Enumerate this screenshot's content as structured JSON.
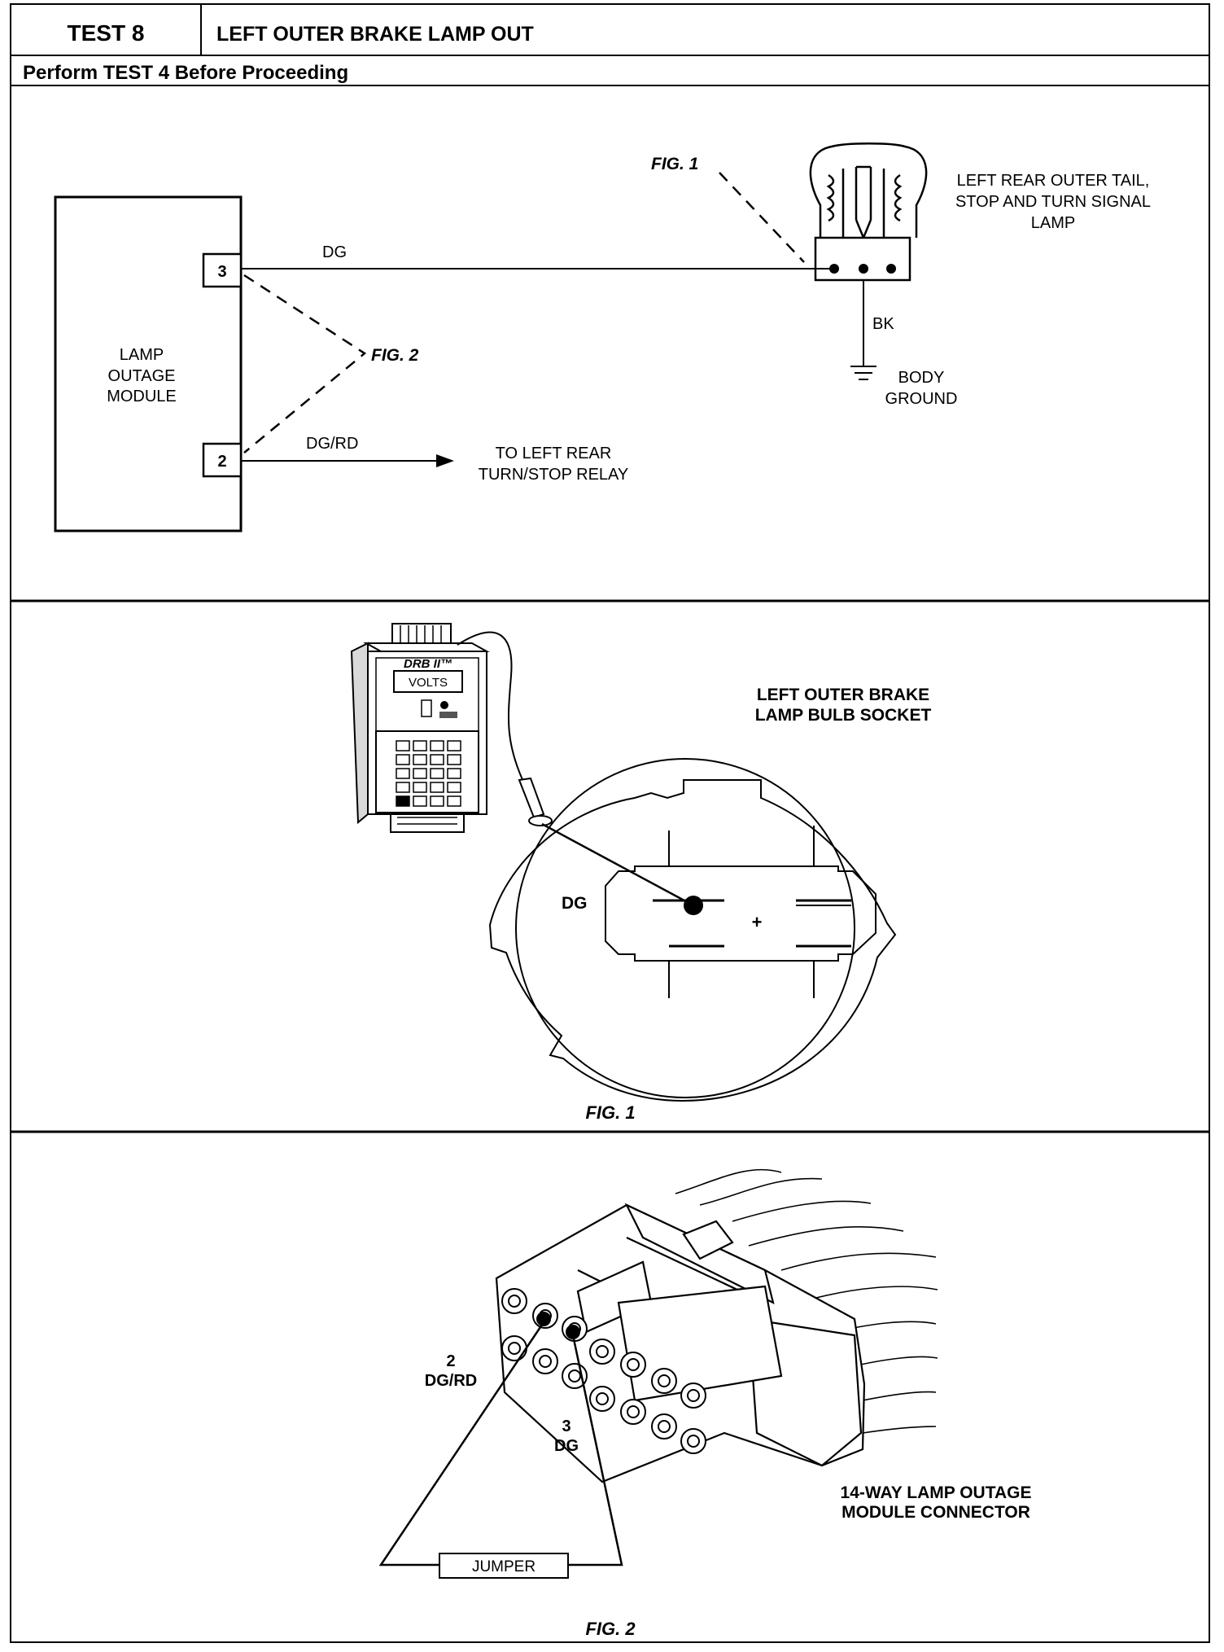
{
  "header": {
    "test_label": "TEST 8",
    "test_title": "LEFT OUTER BRAKE LAMP OUT",
    "prerequisite": "Perform TEST 4 Before Proceeding"
  },
  "schematic": {
    "module_label": [
      "LAMP",
      "OUTAGE",
      "MODULE"
    ],
    "pin_3": "3",
    "pin_2": "2",
    "wire_dg": "DG",
    "wire_dgrd": "DG/RD",
    "fig1_ref": "FIG. 1",
    "fig2_ref": "FIG. 2",
    "lamp_label": [
      "LEFT REAR OUTER TAIL,",
      "STOP AND TURN SIGNAL",
      "LAMP"
    ],
    "wire_bk": "BK",
    "ground_label": [
      "BODY",
      "GROUND"
    ],
    "relay_label": [
      "TO LEFT REAR",
      "TURN/STOP RELAY"
    ]
  },
  "fig1": {
    "tester_brand": "DRB II™",
    "tester_display": "VOLTS",
    "socket_label": [
      "LEFT OUTER BRAKE",
      "LAMP BULB SOCKET"
    ],
    "wire_dg": "DG",
    "plus_sign": "+",
    "caption": "FIG. 1"
  },
  "fig2": {
    "pin2_label": [
      "2",
      "DG/RD"
    ],
    "pin3_label": [
      "3",
      "DG"
    ],
    "jumper_label": "JUMPER",
    "connector_label": [
      "14-WAY LAMP OUTAGE",
      "MODULE CONNECTOR"
    ],
    "caption": "FIG. 2"
  }
}
